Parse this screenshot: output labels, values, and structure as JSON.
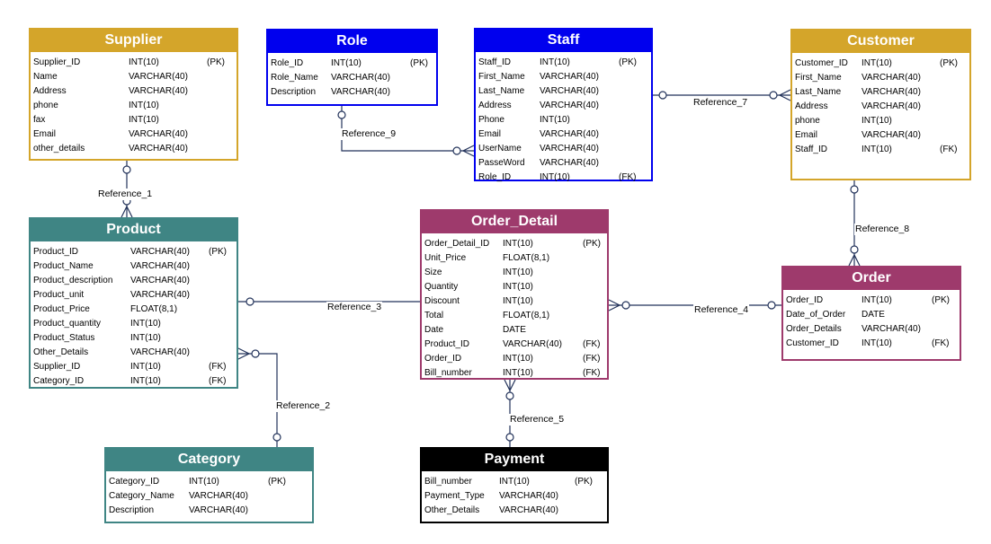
{
  "colors": {
    "supplier": "#d4a52a",
    "blue": "#0000ee",
    "teal": "#3f8584",
    "magenta": "#9e3a6c",
    "black": "#000000",
    "line": "#22325a"
  },
  "entities": {
    "supplier": {
      "title": "Supplier",
      "rows": [
        {
          "name": "Supplier_ID",
          "type": "INT(10)",
          "key": "(PK)"
        },
        {
          "name": "Name",
          "type": "VARCHAR(40)",
          "key": ""
        },
        {
          "name": "Address",
          "type": "VARCHAR(40)",
          "key": ""
        },
        {
          "name": "phone",
          "type": "INT(10)",
          "key": ""
        },
        {
          "name": "fax",
          "type": "INT(10)",
          "key": ""
        },
        {
          "name": "Email",
          "type": "VARCHAR(40)",
          "key": ""
        },
        {
          "name": "other_details",
          "type": "VARCHAR(40)",
          "key": ""
        }
      ]
    },
    "role": {
      "title": "Role",
      "rows": [
        {
          "name": "Role_ID",
          "type": "INT(10)",
          "key": "(PK)"
        },
        {
          "name": "Role_Name",
          "type": "VARCHAR(40)",
          "key": ""
        },
        {
          "name": "Description",
          "type": "VARCHAR(40)",
          "key": ""
        }
      ]
    },
    "staff": {
      "title": "Staff",
      "rows": [
        {
          "name": "Staff_ID",
          "type": "INT(10)",
          "key": "(PK)"
        },
        {
          "name": "First_Name",
          "type": "VARCHAR(40)",
          "key": ""
        },
        {
          "name": "Last_Name",
          "type": "VARCHAR(40)",
          "key": ""
        },
        {
          "name": "Address",
          "type": "VARCHAR(40)",
          "key": ""
        },
        {
          "name": "Phone",
          "type": "INT(10)",
          "key": ""
        },
        {
          "name": "Email",
          "type": "VARCHAR(40)",
          "key": ""
        },
        {
          "name": "UserName",
          "type": "VARCHAR(40)",
          "key": ""
        },
        {
          "name": "PasseWord",
          "type": "VARCHAR(40)",
          "key": ""
        },
        {
          "name": "Role_ID",
          "type": "INT(10)",
          "key": "(FK)"
        }
      ]
    },
    "customer": {
      "title": "Customer",
      "rows": [
        {
          "name": "Customer_ID",
          "type": "INT(10)",
          "key": "(PK)"
        },
        {
          "name": "First_Name",
          "type": "VARCHAR(40)",
          "key": ""
        },
        {
          "name": "Last_Name",
          "type": "VARCHAR(40)",
          "key": ""
        },
        {
          "name": "Address",
          "type": "VARCHAR(40)",
          "key": ""
        },
        {
          "name": "phone",
          "type": "INT(10)",
          "key": ""
        },
        {
          "name": "Email",
          "type": "VARCHAR(40)",
          "key": ""
        },
        {
          "name": "Staff_ID",
          "type": "INT(10)",
          "key": "(FK)"
        }
      ]
    },
    "product": {
      "title": "Product",
      "rows": [
        {
          "name": "Product_ID",
          "type": "VARCHAR(40)",
          "key": "(PK)"
        },
        {
          "name": "Product_Name",
          "type": "VARCHAR(40)",
          "key": ""
        },
        {
          "name": "Product_description",
          "type": "VARCHAR(40)",
          "key": ""
        },
        {
          "name": "Product_unit",
          "type": "VARCHAR(40)",
          "key": ""
        },
        {
          "name": "Product_Price",
          "type": "FLOAT(8,1)",
          "key": ""
        },
        {
          "name": "Product_quantity",
          "type": "INT(10)",
          "key": ""
        },
        {
          "name": "Product_Status",
          "type": "INT(10)",
          "key": ""
        },
        {
          "name": "Other_Details",
          "type": "VARCHAR(40)",
          "key": ""
        },
        {
          "name": "Supplier_ID",
          "type": "INT(10)",
          "key": "(FK)"
        },
        {
          "name": "Category_ID",
          "type": "INT(10)",
          "key": "(FK)"
        }
      ]
    },
    "order_detail": {
      "title": "Order_Detail",
      "rows": [
        {
          "name": "Order_Detail_ID",
          "type": "INT(10)",
          "key": "(PK)"
        },
        {
          "name": "Unit_Price",
          "type": "FLOAT(8,1)",
          "key": ""
        },
        {
          "name": "Size",
          "type": "INT(10)",
          "key": ""
        },
        {
          "name": "Quantity",
          "type": "INT(10)",
          "key": ""
        },
        {
          "name": "Discount",
          "type": "INT(10)",
          "key": ""
        },
        {
          "name": "Total",
          "type": "FLOAT(8,1)",
          "key": ""
        },
        {
          "name": "Date",
          "type": "DATE",
          "key": ""
        },
        {
          "name": "Product_ID",
          "type": "VARCHAR(40)",
          "key": "(FK)"
        },
        {
          "name": "Order_ID",
          "type": "INT(10)",
          "key": "(FK)"
        },
        {
          "name": "Bill_number",
          "type": "INT(10)",
          "key": "(FK)"
        }
      ]
    },
    "order": {
      "title": "Order",
      "rows": [
        {
          "name": "Order_ID",
          "type": "INT(10)",
          "key": "(PK)"
        },
        {
          "name": "Date_of_Order",
          "type": "DATE",
          "key": ""
        },
        {
          "name": "Order_Details",
          "type": "VARCHAR(40)",
          "key": ""
        },
        {
          "name": "Customer_ID",
          "type": "INT(10)",
          "key": "(FK)"
        }
      ]
    },
    "category": {
      "title": "Category",
      "rows": [
        {
          "name": "Category_ID",
          "type": "INT(10)",
          "key": "(PK)"
        },
        {
          "name": "Category_Name",
          "type": "VARCHAR(40)",
          "key": ""
        },
        {
          "name": "Description",
          "type": "VARCHAR(40)",
          "key": ""
        }
      ]
    },
    "payment": {
      "title": "Payment",
      "rows": [
        {
          "name": "Bill_number",
          "type": "INT(10)",
          "key": "(PK)"
        },
        {
          "name": "Payment_Type",
          "type": "VARCHAR(40)",
          "key": ""
        },
        {
          "name": "Other_Details",
          "type": "VARCHAR(40)",
          "key": ""
        }
      ]
    }
  },
  "references": {
    "ref1": "Reference_1",
    "ref2": "Reference_2",
    "ref3": "Reference_3",
    "ref4": "Reference_4",
    "ref5": "Reference_5",
    "ref7": "Reference_7",
    "ref8": "Reference_8",
    "ref9": "Reference_9"
  }
}
